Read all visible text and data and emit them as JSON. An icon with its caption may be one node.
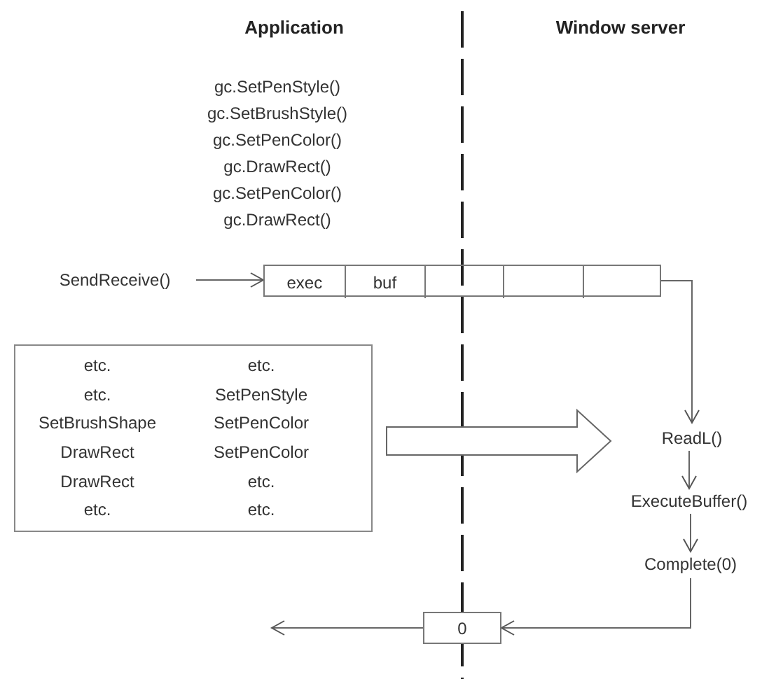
{
  "diagram": {
    "nodes": [
      {
        "text": [
          "SendReceive()"
        ]
      },
      {
        "text": [],
        "shape": "box"
      },
      {
        "text": [
          "exec"
        ],
        "in": 1
      },
      {
        "text": [
          "buf"
        ],
        "in": 1
      },
      {
        "text": [],
        "shape": "box",
        "in": 1
      },
      {
        "text": [],
        "shape": "box",
        "in": 1
      },
      {
        "text": [],
        "shape": "box",
        "in": 1
      },
      {
        "text": [
          "etc.",
          "etc.",
          "etc.",
          "SetPenStyle",
          "SetBrushShape",
          "SetPenColor",
          "DrawRect",
          "SetPenColor",
          "DrawRect",
          "etc.",
          "etc.",
          "etc."
        ]
      },
      {
        "text": [
          "ReadL()"
        ]
      },
      {
        "text": [
          "ExecuteBuffer()"
        ]
      },
      {
        "text": [
          "Complete(0)"
        ]
      },
      {
        "text": [
          "0"
        ]
      }
    ],
    "edges": [
      {
        "from": 0,
        "to": 1,
        "arrow": "to"
      },
      {
        "from": 1,
        "to": 8,
        "arrow": "to"
      },
      {
        "from": 7,
        "to": 8,
        "arrow": "to",
        "style": "thick"
      },
      {
        "from": 8,
        "to": 9,
        "arrow": "to"
      },
      {
        "from": 9,
        "to": 10,
        "arrow": "to"
      },
      {
        "from": 10,
        "to": 11,
        "arrow": "to"
      },
      {
        "from": 11,
        "to": null,
        "arrow": "to"
      }
    ],
    "labels": [
      "Application",
      "Window server",
      "gc.SetPenStyle()",
      "gc.SetBrushStyle()",
      "gc.SetPenColor()",
      "gc.DrawRect()",
      "gc.SetPenColor()",
      "gc.DrawRect()"
    ]
  }
}
